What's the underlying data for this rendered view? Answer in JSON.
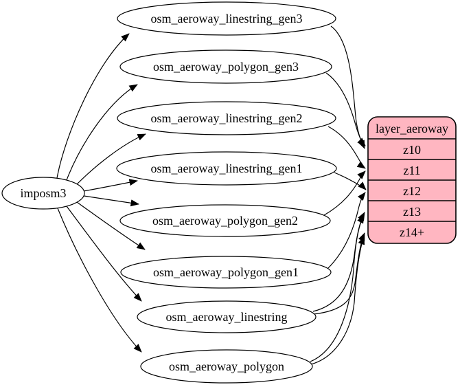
{
  "diagram": {
    "source": {
      "label": "imposm3"
    },
    "tables": [
      {
        "label": "osm_aeroway_linestring_gen3"
      },
      {
        "label": "osm_aeroway_polygon_gen3"
      },
      {
        "label": "osm_aeroway_linestring_gen2"
      },
      {
        "label": "osm_aeroway_linestring_gen1"
      },
      {
        "label": "osm_aeroway_polygon_gen2"
      },
      {
        "label": "osm_aeroway_polygon_gen1"
      },
      {
        "label": "osm_aeroway_linestring"
      },
      {
        "label": "osm_aeroway_polygon"
      }
    ],
    "layer_record": {
      "title": "layer_aeroway",
      "rows": [
        "z10",
        "z11",
        "z12",
        "z13",
        "z14+"
      ],
      "fill_color": "#ffb6c1",
      "border_color": "#000000"
    },
    "edges": [
      {
        "from": "imposm3",
        "to": "osm_aeroway_linestring_gen3"
      },
      {
        "from": "imposm3",
        "to": "osm_aeroway_polygon_gen3"
      },
      {
        "from": "imposm3",
        "to": "osm_aeroway_linestring_gen2"
      },
      {
        "from": "imposm3",
        "to": "osm_aeroway_linestring_gen1"
      },
      {
        "from": "imposm3",
        "to": "osm_aeroway_polygon_gen2"
      },
      {
        "from": "imposm3",
        "to": "osm_aeroway_polygon_gen1"
      },
      {
        "from": "imposm3",
        "to": "osm_aeroway_linestring"
      },
      {
        "from": "imposm3",
        "to": "osm_aeroway_polygon"
      },
      {
        "from": "osm_aeroway_linestring_gen3",
        "to": "layer_aeroway:z10"
      },
      {
        "from": "osm_aeroway_polygon_gen3",
        "to": "layer_aeroway:z10"
      },
      {
        "from": "osm_aeroway_linestring_gen2",
        "to": "layer_aeroway:z11"
      },
      {
        "from": "osm_aeroway_polygon_gen2",
        "to": "layer_aeroway:z11"
      },
      {
        "from": "osm_aeroway_linestring_gen1",
        "to": "layer_aeroway:z12"
      },
      {
        "from": "osm_aeroway_polygon_gen1",
        "to": "layer_aeroway:z12"
      },
      {
        "from": "osm_aeroway_linestring",
        "to": "layer_aeroway:z13"
      },
      {
        "from": "osm_aeroway_polygon",
        "to": "layer_aeroway:z13"
      },
      {
        "from": "osm_aeroway_linestring",
        "to": "layer_aeroway:z14+"
      },
      {
        "from": "osm_aeroway_polygon",
        "to": "layer_aeroway:z14+"
      }
    ],
    "colors": {
      "background": "#ffffff",
      "node_stroke": "#000000",
      "text": "#000000",
      "record_fill": "#ffb6c1"
    }
  }
}
